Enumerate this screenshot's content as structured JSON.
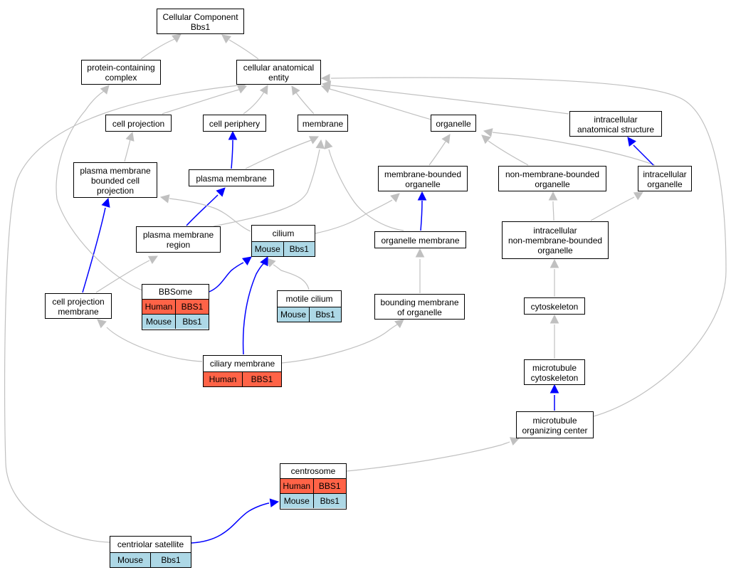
{
  "colors": {
    "human": "#ff6347",
    "mouse": "#add8e6",
    "is_a_edge": "#c0c0c0",
    "part_of_edge": "#0000ff",
    "border": "#000000"
  },
  "nodes": {
    "root": {
      "label": "Cellular Component\nBbs1"
    },
    "protein_complex": {
      "label": "protein-containing\ncomplex"
    },
    "cellular_anatomical_entity": {
      "label": "cellular anatomical\nentity"
    },
    "cell_projection": {
      "label": "cell projection"
    },
    "cell_periphery": {
      "label": "cell periphery"
    },
    "membrane": {
      "label": "membrane"
    },
    "organelle": {
      "label": "organelle"
    },
    "intracellular_anatomical_structure": {
      "label": "intracellular\nanatomical structure"
    },
    "pm_bounded_cell_projection": {
      "label": "plasma membrane\nbounded cell\nprojection"
    },
    "plasma_membrane": {
      "label": "plasma membrane"
    },
    "membrane_bounded_organelle": {
      "label": "membrane-bounded\norganelle"
    },
    "non_membrane_bounded_organelle": {
      "label": "non-membrane-bounded\norganelle"
    },
    "intracellular_organelle": {
      "label": "intracellular\norganelle"
    },
    "plasma_membrane_region": {
      "label": "plasma membrane\nregion"
    },
    "cilium": {
      "label": "cilium",
      "rows": [
        [
          {
            "text": "Mouse",
            "species": "mouse"
          },
          {
            "text": "Bbs1",
            "species": "mouse"
          }
        ]
      ]
    },
    "organelle_membrane": {
      "label": "organelle membrane"
    },
    "intracellular_nmb_organelle": {
      "label": "intracellular\nnon-membrane-bounded\norganelle"
    },
    "cell_projection_membrane": {
      "label": "cell projection\nmembrane"
    },
    "bbsome": {
      "label": "BBSome",
      "rows": [
        [
          {
            "text": "Human",
            "species": "human"
          },
          {
            "text": "BBS1",
            "species": "human"
          }
        ],
        [
          {
            "text": "Mouse",
            "species": "mouse"
          },
          {
            "text": "Bbs1",
            "species": "mouse"
          }
        ]
      ]
    },
    "motile_cilium": {
      "label": "motile cilium",
      "rows": [
        [
          {
            "text": "Mouse",
            "species": "mouse"
          },
          {
            "text": "Bbs1",
            "species": "mouse"
          }
        ]
      ]
    },
    "bounding_membrane": {
      "label": "bounding membrane\nof organelle"
    },
    "cytoskeleton": {
      "label": "cytoskeleton"
    },
    "ciliary_membrane": {
      "label": "ciliary membrane",
      "rows": [
        [
          {
            "text": "Human",
            "species": "human"
          },
          {
            "text": "BBS1",
            "species": "human"
          }
        ]
      ]
    },
    "microtubule_cytoskeleton": {
      "label": "microtubule\ncytoskeleton"
    },
    "mtoc": {
      "label": "microtubule\norganizing center"
    },
    "centrosome": {
      "label": "centrosome",
      "rows": [
        [
          {
            "text": "Human",
            "species": "human"
          },
          {
            "text": "BBS1",
            "species": "human"
          }
        ],
        [
          {
            "text": "Mouse",
            "species": "mouse"
          },
          {
            "text": "Bbs1",
            "species": "mouse"
          }
        ]
      ]
    },
    "centriolar_satellite": {
      "label": "centriolar satellite",
      "rows": [
        [
          {
            "text": "Mouse",
            "species": "mouse"
          },
          {
            "text": "Bbs1",
            "species": "mouse"
          }
        ]
      ]
    }
  },
  "edges": [
    {
      "from": "protein_complex",
      "to": "root",
      "type": "is_a"
    },
    {
      "from": "cellular_anatomical_entity",
      "to": "root",
      "type": "is_a"
    },
    {
      "from": "cell_projection",
      "to": "cellular_anatomical_entity",
      "type": "is_a"
    },
    {
      "from": "cell_periphery",
      "to": "cellular_anatomical_entity",
      "type": "is_a"
    },
    {
      "from": "membrane",
      "to": "cellular_anatomical_entity",
      "type": "is_a"
    },
    {
      "from": "organelle",
      "to": "cellular_anatomical_entity",
      "type": "is_a"
    },
    {
      "from": "intracellular_anatomical_structure",
      "to": "cellular_anatomical_entity",
      "type": "is_a"
    },
    {
      "from": "pm_bounded_cell_projection",
      "to": "cell_projection",
      "type": "is_a"
    },
    {
      "from": "plasma_membrane",
      "to": "cell_periphery",
      "type": "part_of"
    },
    {
      "from": "plasma_membrane",
      "to": "membrane",
      "type": "is_a"
    },
    {
      "from": "membrane_bounded_organelle",
      "to": "organelle",
      "type": "is_a"
    },
    {
      "from": "non_membrane_bounded_organelle",
      "to": "organelle",
      "type": "is_a"
    },
    {
      "from": "intracellular_organelle",
      "to": "organelle",
      "type": "is_a"
    },
    {
      "from": "intracellular_organelle",
      "to": "intracellular_anatomical_structure",
      "type": "part_of"
    },
    {
      "from": "plasma_membrane_region",
      "to": "plasma_membrane",
      "type": "part_of"
    },
    {
      "from": "plasma_membrane_region",
      "to": "membrane",
      "type": "is_a"
    },
    {
      "from": "cilium",
      "to": "pm_bounded_cell_projection",
      "type": "is_a"
    },
    {
      "from": "cilium",
      "to": "membrane_bounded_organelle",
      "type": "is_a"
    },
    {
      "from": "organelle_membrane",
      "to": "membrane",
      "type": "is_a"
    },
    {
      "from": "organelle_membrane",
      "to": "membrane_bounded_organelle",
      "type": "part_of"
    },
    {
      "from": "intracellular_nmb_organelle",
      "to": "non_membrane_bounded_organelle",
      "type": "is_a"
    },
    {
      "from": "intracellular_nmb_organelle",
      "to": "intracellular_organelle",
      "type": "is_a"
    },
    {
      "from": "cell_projection_membrane",
      "to": "pm_bounded_cell_projection",
      "type": "part_of"
    },
    {
      "from": "cell_projection_membrane",
      "to": "plasma_membrane_region",
      "type": "is_a"
    },
    {
      "from": "bbsome",
      "to": "protein_complex",
      "type": "is_a"
    },
    {
      "from": "bbsome",
      "to": "cilium",
      "type": "part_of"
    },
    {
      "from": "motile_cilium",
      "to": "cilium",
      "type": "is_a"
    },
    {
      "from": "bounding_membrane",
      "to": "organelle_membrane",
      "type": "is_a"
    },
    {
      "from": "cytoskeleton",
      "to": "intracellular_nmb_organelle",
      "type": "is_a"
    },
    {
      "from": "ciliary_membrane",
      "to": "cell_projection_membrane",
      "type": "is_a"
    },
    {
      "from": "ciliary_membrane",
      "to": "cilium",
      "type": "part_of"
    },
    {
      "from": "ciliary_membrane",
      "to": "bounding_membrane",
      "type": "is_a"
    },
    {
      "from": "microtubule_cytoskeleton",
      "to": "cytoskeleton",
      "type": "is_a"
    },
    {
      "from": "mtoc",
      "to": "microtubule_cytoskeleton",
      "type": "part_of"
    },
    {
      "from": "mtoc",
      "to": "cellular_anatomical_entity",
      "type": "is_a"
    },
    {
      "from": "centrosome",
      "to": "mtoc",
      "type": "is_a"
    },
    {
      "from": "centriolar_satellite",
      "to": "centrosome",
      "type": "part_of"
    },
    {
      "from": "centriolar_satellite",
      "to": "cellular_anatomical_entity",
      "type": "is_a"
    }
  ]
}
